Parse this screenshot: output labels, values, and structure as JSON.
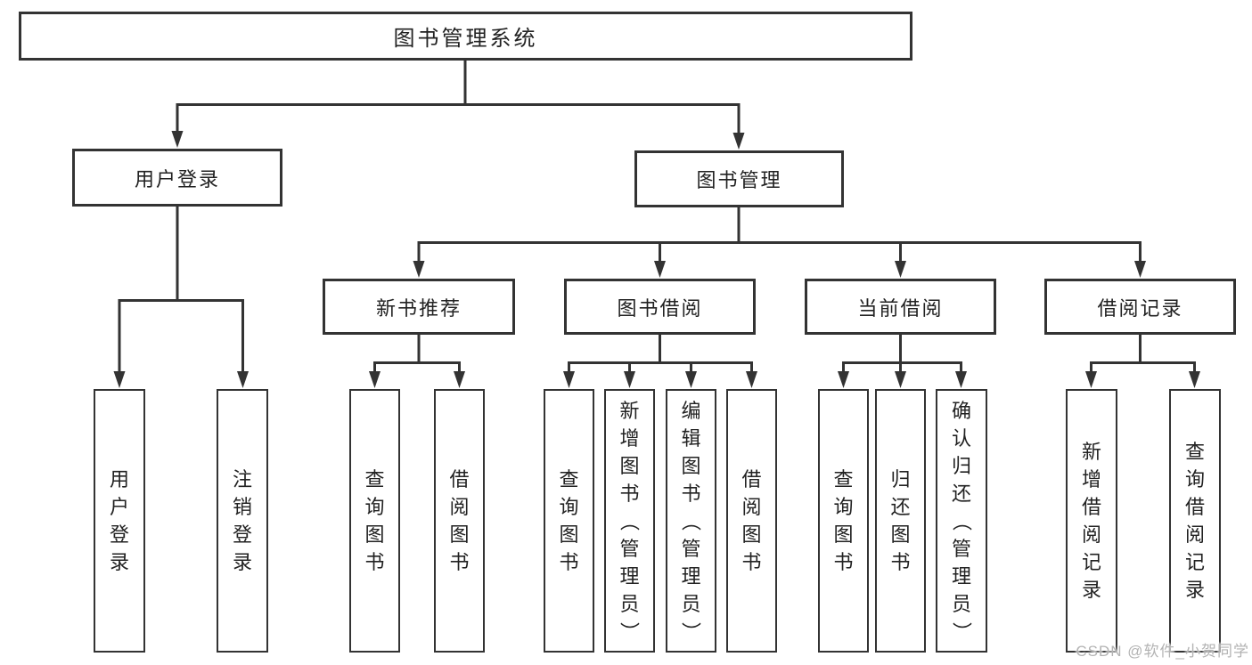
{
  "tree": {
    "label": "图书管理系统",
    "children": [
      {
        "label": "用户登录",
        "children": [
          {
            "label": "用户登录"
          },
          {
            "label": "注销登录"
          }
        ]
      },
      {
        "label": "图书管理",
        "children": [
          {
            "label": "新书推荐",
            "children": [
              {
                "label": "查询图书"
              },
              {
                "label": "借阅图书"
              }
            ]
          },
          {
            "label": "图书借阅",
            "children": [
              {
                "label": "查询图书"
              },
              {
                "label": "新增图书（管理员）"
              },
              {
                "label": "编辑图书（管理员）"
              },
              {
                "label": "借阅图书"
              }
            ]
          },
          {
            "label": "当前借阅",
            "children": [
              {
                "label": "查询图书"
              },
              {
                "label": "归还图书"
              },
              {
                "label": "确认归还（管理员）"
              }
            ]
          },
          {
            "label": "借阅记录",
            "children": [
              {
                "label": "新增借阅记录"
              },
              {
                "label": "查询借阅记录"
              }
            ]
          }
        ]
      }
    ]
  },
  "watermark": {
    "text": "CSDN @软件_小贺同学"
  },
  "colors": {
    "line": "#333333",
    "box_border": "#333333",
    "box_fill": "#ffffff",
    "text": "#222222",
    "watermark": "#b3b3b3",
    "background": "#ffffff"
  }
}
